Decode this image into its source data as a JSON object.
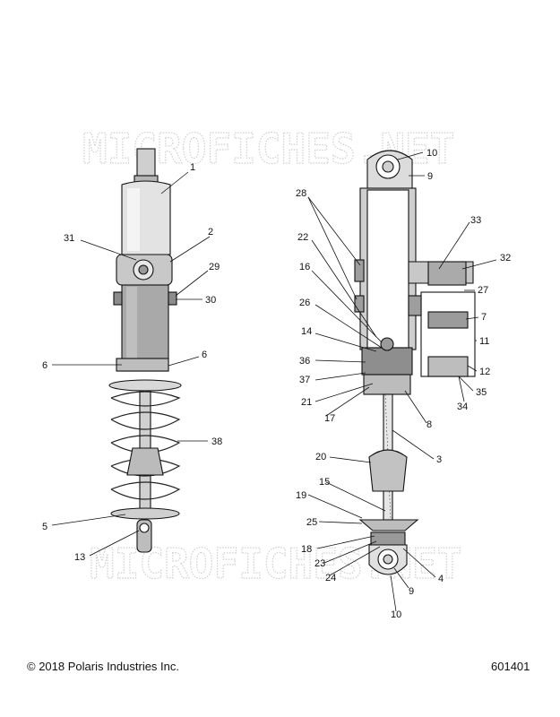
{
  "watermark": "MICROFICHES.NET",
  "footer": {
    "copyright": "© 2018 Polaris Industries Inc.",
    "diagram_number": "601401"
  },
  "callouts": {
    "c1": "1",
    "c2": "2",
    "c31": "31",
    "c29": "29",
    "c30": "30",
    "c6a": "6",
    "c6b": "6",
    "c38": "38",
    "c5": "5",
    "c13": "13",
    "c10a": "10",
    "c9a": "9",
    "c28": "28",
    "c33": "33",
    "c22": "22",
    "c32": "32",
    "c16": "16",
    "c27": "27",
    "c26": "26",
    "c7": "7",
    "c14": "14",
    "c11": "11",
    "c36": "36",
    "c37": "37",
    "c12": "12",
    "c35": "35",
    "c21": "21",
    "c34": "34",
    "c17": "17",
    "c8": "8",
    "c3": "3",
    "c20": "20",
    "c15": "15",
    "c19": "19",
    "c25": "25",
    "c18": "18",
    "c23": "23",
    "c4": "4",
    "c24": "24",
    "c9b": "9",
    "c10b": "10"
  }
}
